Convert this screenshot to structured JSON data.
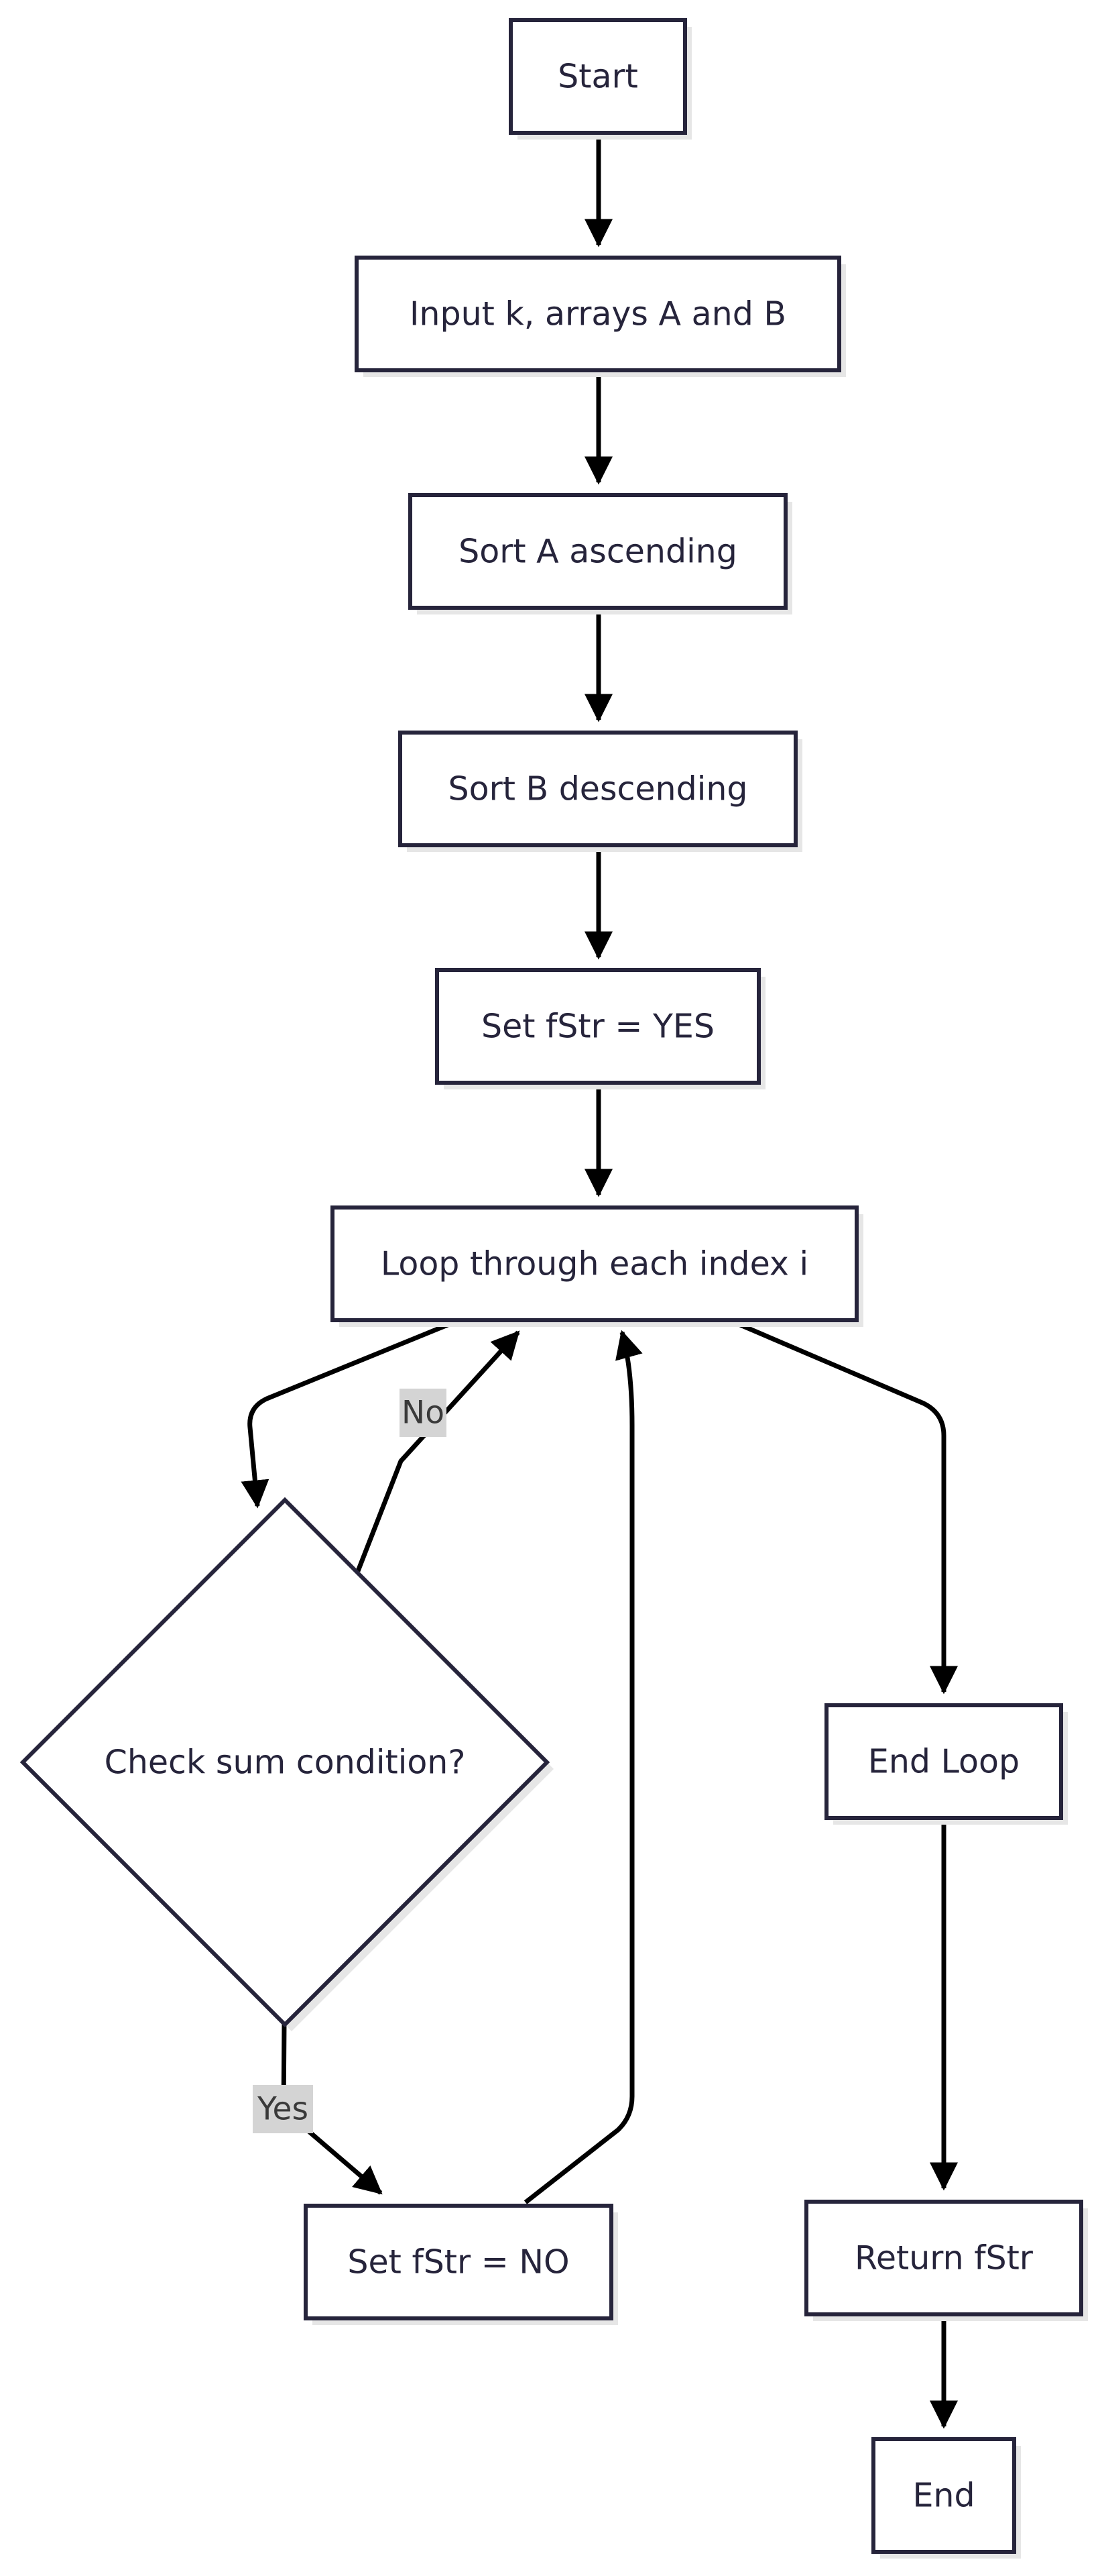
{
  "diagram": {
    "nodes": {
      "start": "Start",
      "input": "Input k, arrays A and B",
      "sort_a": "Sort A ascending",
      "sort_b": "Sort B descending",
      "set_yes": "Set fStr = YES",
      "loop": "Loop through each index i",
      "check": "Check sum condition?",
      "set_no": "Set fStr = NO",
      "end_loop": "End Loop",
      "return": "Return fStr",
      "end": "End"
    },
    "edge_labels": {
      "no": "No",
      "yes": "Yes"
    },
    "colors": {
      "node_border": "#26243b",
      "node_fill": "#ffffff",
      "shadow": "#e6e6e6",
      "edge": "#000000",
      "edge_label_bg": "#d4d4d4"
    }
  }
}
